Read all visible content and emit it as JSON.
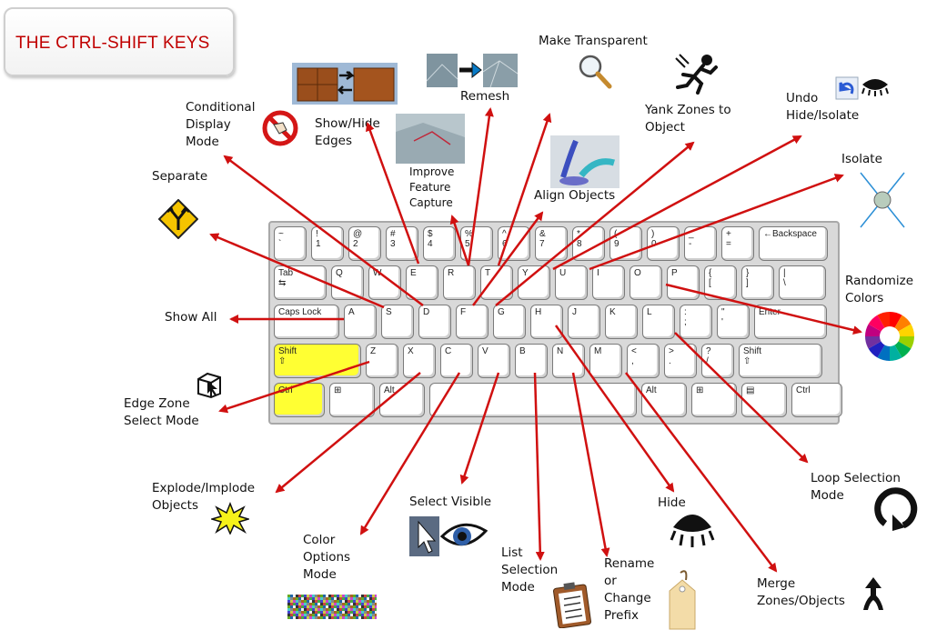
{
  "title": "THE CTRL-SHIFT KEYS",
  "colors": {
    "arrow": "#d01010",
    "title": "#c00000",
    "shift_ctrl_highlight": "#ffff33"
  },
  "labels": {
    "conditional_display": "Conditional\nDisplay\nMode",
    "show_hide_edges": "Show/Hide\nEdges",
    "remesh": "Remesh",
    "improve_feature": "Improve\nFeature\nCapture",
    "make_transparent": "Make Transparent",
    "align_objects": "Align Objects",
    "yank_zones": "Yank Zones to\nObject",
    "undo_hide": "Undo\nHide/Isolate",
    "isolate": "Isolate",
    "separate": "Separate",
    "show_all": "Show All",
    "randomize_colors": "Randomize\nColors",
    "edge_zone_select": "Edge Zone\nSelect Mode",
    "explode_implode": "Explode/Implode\nObjects",
    "color_options": "Color\nOptions\nMode",
    "select_visible": "Select Visible",
    "list_selection": "List\nSelection\nMode",
    "rename_prefix": "Rename\nor\nChange\nPrefix",
    "hide": "Hide",
    "merge_zones": "Merge\nZones/Objects",
    "loop_selection": "Loop Selection\nMode"
  },
  "keyboard": {
    "row1": [
      "~\n`",
      "!\n1",
      "@\n2",
      "#\n3",
      "$\n4",
      "%\n5",
      "^\n6",
      "&\n7",
      "*\n8",
      "(\n9",
      ")\n0",
      "_\n-",
      "+\n=",
      "←Backspace"
    ],
    "row2": [
      "Tab\n⇆",
      "Q",
      "W",
      "E",
      "R",
      "T",
      "Y",
      "U",
      "I",
      "O",
      "P",
      "{\n[",
      "}\n]",
      "|\n\\"
    ],
    "row3": [
      "Caps Lock",
      "A",
      "S",
      "D",
      "F",
      "G",
      "H",
      "J",
      "K",
      "L",
      ":\n;",
      "\"\n'",
      "Enter"
    ],
    "row4": [
      "Shift\n⇧",
      "Z",
      "X",
      "C",
      "V",
      "B",
      "N",
      "M",
      "<\n,",
      ">\n.",
      "?\n/",
      "Shift\n⇧"
    ],
    "row5": [
      "Ctrl",
      "⊞",
      "Alt",
      "",
      "Alt",
      "⊞",
      "▤",
      "Ctrl"
    ]
  },
  "icons": [
    "box-edges-icon",
    "remesh-icon",
    "magnifier-icon",
    "running-figure-icon",
    "undo-icon",
    "eye-closed-icon",
    "no-touch-icon",
    "feature-capture-icon",
    "align-objects-icon",
    "isolate-icon",
    "fork-sign-icon",
    "color-wheel-icon",
    "edge-select-icon",
    "explosion-icon",
    "cursor-icon",
    "eye-open-icon",
    "color-noise-icon",
    "clipboard-icon",
    "tag-icon",
    "loop-icon",
    "merge-icon"
  ]
}
